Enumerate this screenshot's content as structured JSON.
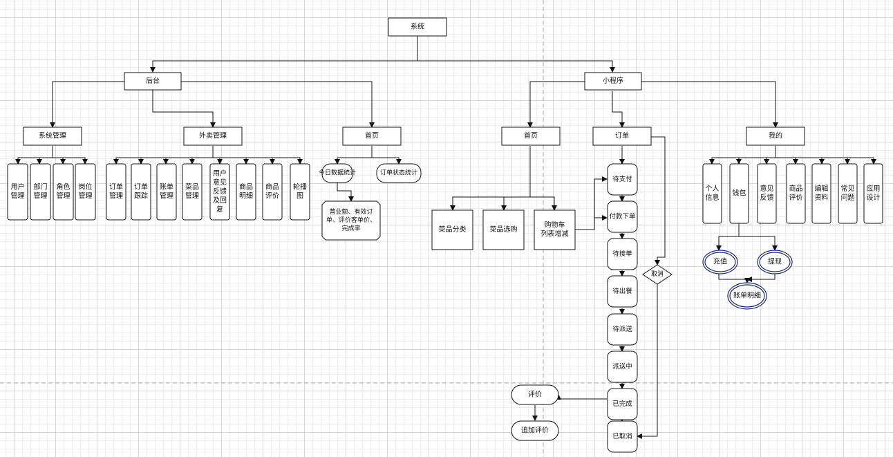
{
  "diagram": {
    "root": "系统",
    "backend": {
      "label": "后台",
      "system_mgmt": {
        "label": "系统管理",
        "children": [
          "用户管理",
          "部门管理",
          "角色管理",
          "岗位管理"
        ]
      },
      "takeout_mgmt": {
        "label": "外卖管理",
        "children": [
          "订单管理",
          "订单跟踪",
          "账单管理",
          "菜品管理",
          "用户意见反馈及回复",
          "商品明细",
          "商品评价",
          "轮播图"
        ]
      },
      "home": {
        "label": "首页",
        "children": [
          "今日数据统计",
          "订单状态统计"
        ],
        "today_detail": "营业额、有效订单、评价客单价、完成率"
      }
    },
    "miniapp": {
      "label": "小程序",
      "home": {
        "label": "首页",
        "children": [
          "菜品分类",
          "菜品选购",
          "购物车列表增减"
        ]
      },
      "order": {
        "label": "订单",
        "states": [
          "待支付",
          "付款下单",
          "待接单",
          "待出餐",
          "待派送",
          "派送中",
          "已完成",
          "已取消"
        ],
        "cancel": "取消",
        "review": "评价",
        "follow_review": "追加评价"
      },
      "mine": {
        "label": "我的",
        "children": [
          "个人信息",
          "钱包",
          "意见反馈",
          "商品评价",
          "编辑资料",
          "常见问题",
          "应用设计"
        ],
        "wallet": [
          "充值",
          "提现"
        ],
        "bill_detail": "账单明细"
      }
    }
  }
}
